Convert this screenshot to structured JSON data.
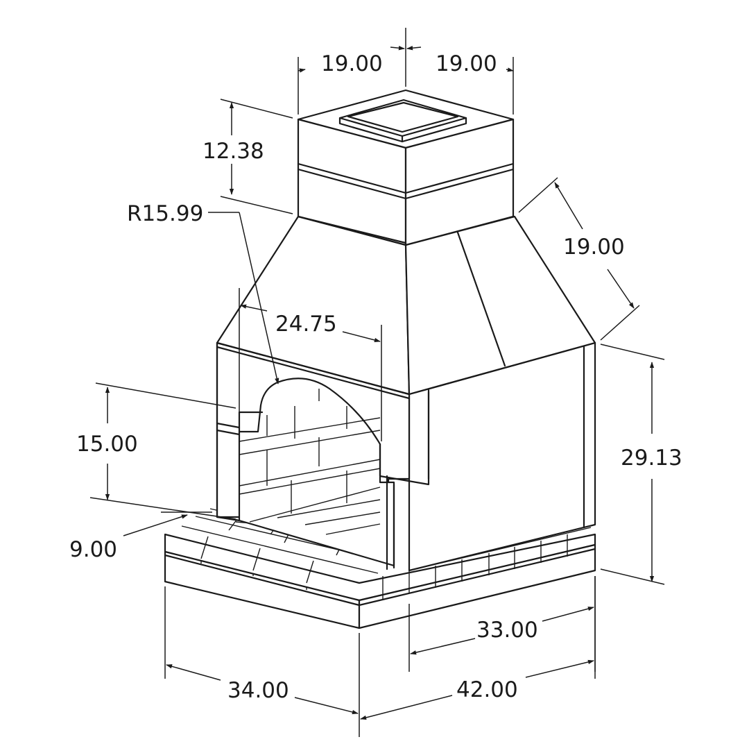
{
  "drawing": {
    "dimensions": {
      "top_left_width": "19.00",
      "top_right_width": "19.00",
      "cap_height": "12.38",
      "arch_radius": "R15.99",
      "hood_depth": "19.00",
      "opening_width": "24.75",
      "opening_height": "15.00",
      "hearth_extension": "9.00",
      "side_height": "29.13",
      "side_depth": "33.00",
      "base_front": "34.00",
      "base_side": "42.00"
    }
  }
}
